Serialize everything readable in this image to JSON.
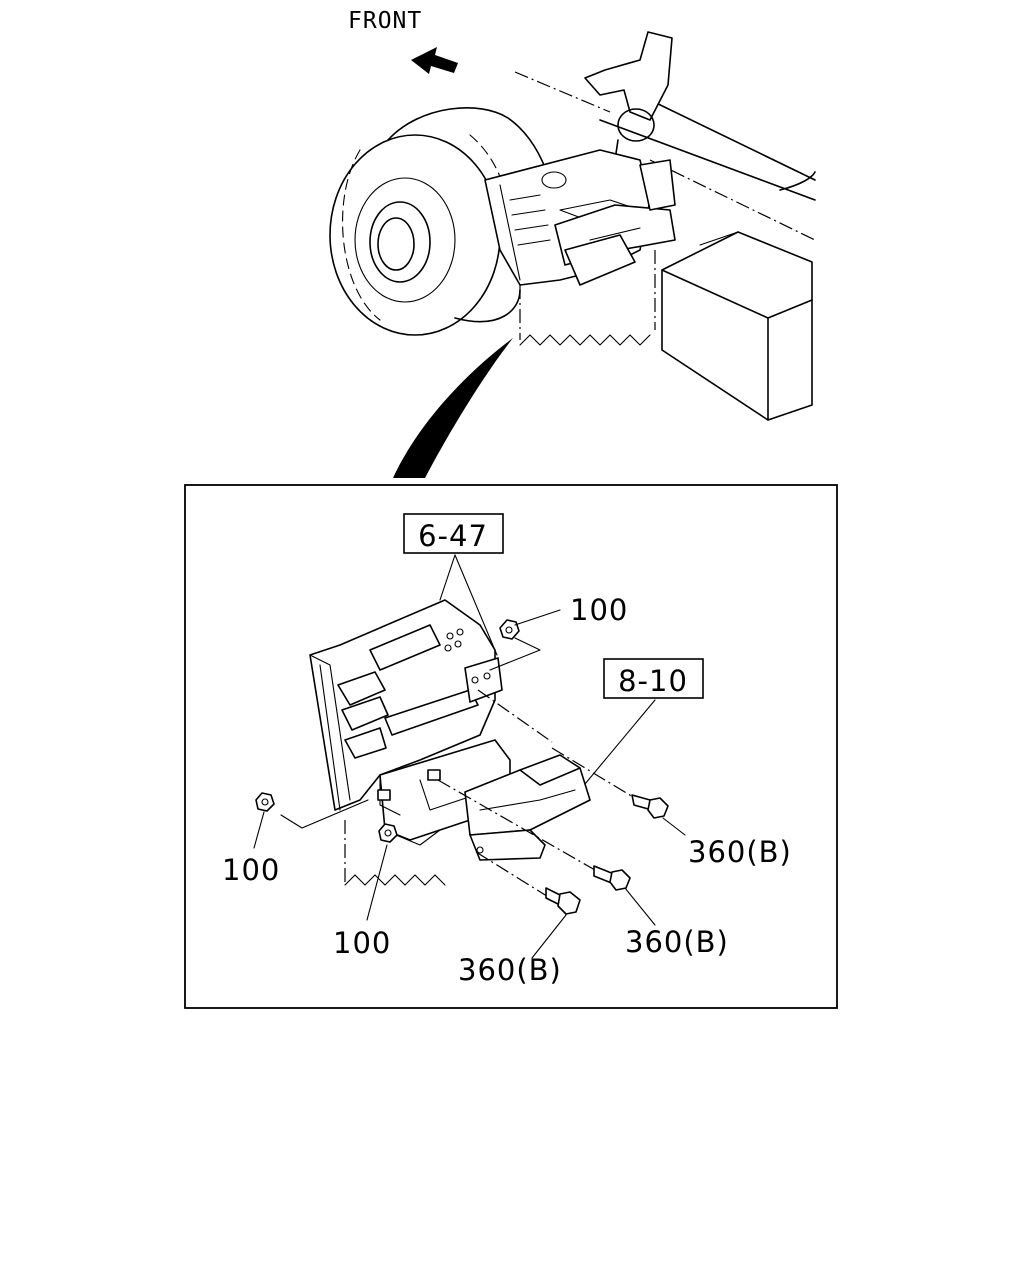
{
  "orientation": {
    "front_label": "FRONT",
    "arrow_icon": "left-arrow-icon"
  },
  "detail_view": {
    "refs": {
      "bracket_group": "6-47",
      "unit_group": "8-10"
    },
    "parts": [
      {
        "id": "nut-top",
        "label": "100"
      },
      {
        "id": "nut-left",
        "label": "100"
      },
      {
        "id": "nut-bottom",
        "label": "100"
      },
      {
        "id": "bolt-right",
        "label": "360(B)"
      },
      {
        "id": "bolt-center",
        "label": "360(B)"
      },
      {
        "id": "bolt-bottom",
        "label": "360(B)"
      }
    ]
  }
}
